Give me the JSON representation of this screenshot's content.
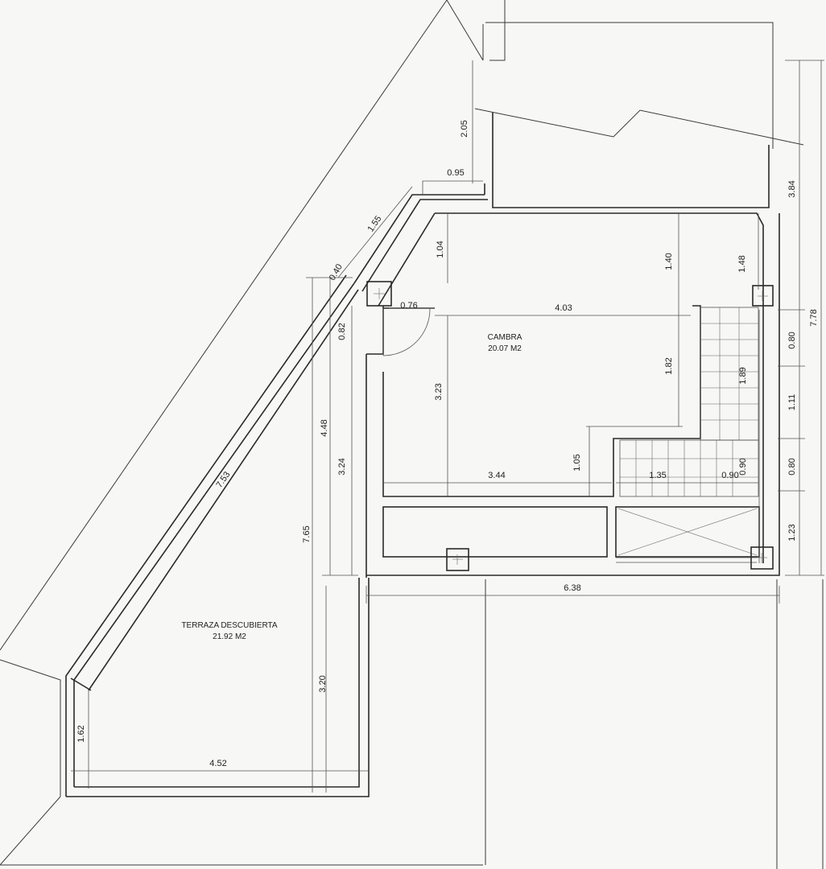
{
  "rooms": {
    "cambra": {
      "name": "CAMBRA",
      "area": "20.07 M2"
    },
    "terraza": {
      "name": "TERRAZA DESCUBIERTA",
      "area": "21.92 M2"
    }
  },
  "dimensions": {
    "d_095": "0.95",
    "d_205": "2.05",
    "d_155": "1.55",
    "d_040": "0.40",
    "d_104": "1.04",
    "d_140": "1.40",
    "d_148": "1.48",
    "d_384": "3.84",
    "d_778": "7.78",
    "d_076": "0.76",
    "d_403": "4.03",
    "d_082": "0.82",
    "d_323": "3.23",
    "d_182": "1.82",
    "d_189": "1.89",
    "d_080a": "0.80",
    "d_111": "1.11",
    "d_080b": "0.80",
    "d_123": "1.23",
    "d_448": "4.48",
    "d_324": "3.24",
    "d_753": "7.53",
    "d_765": "7.65",
    "d_105": "1.05",
    "d_344": "3.44",
    "d_135": "1.35",
    "d_090a": "0.90",
    "d_090b": "0.90",
    "d_638": "6.38",
    "d_320": "3.20",
    "d_162": "1.62",
    "d_452": "4.52"
  }
}
